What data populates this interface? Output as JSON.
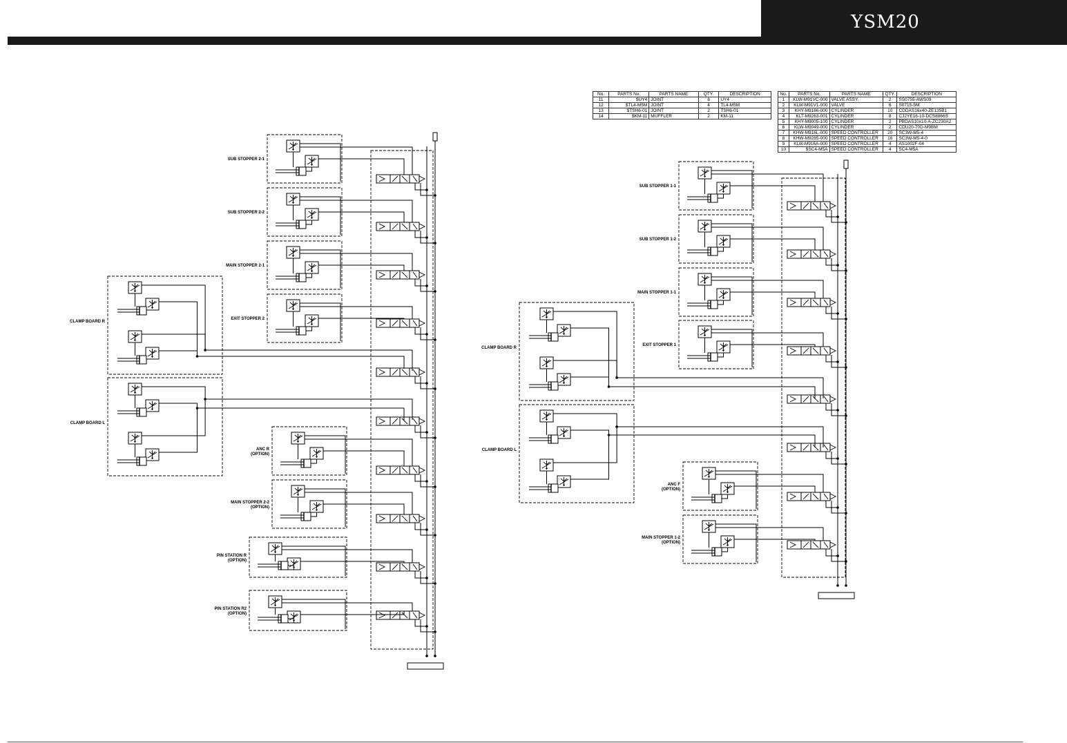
{
  "header": {
    "model": "YSM20"
  },
  "parts_table_a": {
    "columns": [
      "No.",
      "PARTS No.",
      "PARTS NAME",
      "QTY.",
      "DESCRIPTION"
    ],
    "rows": [
      [
        "11",
        "$UY4",
        "JOINT",
        "8",
        "UY4"
      ],
      [
        "12",
        "$TL4-M5M",
        "JOINT",
        "4",
        "TL4-M5M"
      ],
      [
        "13",
        "$TSH6-01",
        "JOINT",
        "2",
        "TSH6-01"
      ],
      [
        "14",
        "$KM-11",
        "MUFFLER",
        "2",
        "KM-11"
      ]
    ]
  },
  "parts_table_b": {
    "columns": [
      "No.",
      "PARTS No.",
      "PARTS NAME",
      "QTY.",
      "DESCRIPTION"
    ],
    "rows": [
      [
        "1",
        "KLW-M91VC-000",
        "VALVE ASSY.",
        "2",
        "SS0755-AWS09"
      ],
      [
        "2",
        "KLW-M91V1-000",
        "VALVE",
        "6",
        "S0715-5M"
      ],
      [
        "3",
        "KHY-M9166-000",
        "CYLINDER",
        "10",
        "CDDAS16x40-ZE135B1"
      ],
      [
        "4",
        "KLT-M9263-001",
        "CYLINDER",
        "8",
        "CJ2YE16-10-DCS8866S"
      ],
      [
        "5",
        "KHY-M9005-100",
        "CYLINDER",
        "2",
        "PBDAS10x10-A-ZC230A2"
      ],
      [
        "6",
        "KLW-M9049-000",
        "CYLINDER",
        "2",
        "CDU20-70D-M9BM"
      ],
      [
        "7",
        "KHW-M916L-000",
        "SPEED CONTROLLER",
        "20",
        "SC3W-M5-4"
      ],
      [
        "8",
        "KHW-M9285-000",
        "SPEED CONTROLLER",
        "16",
        "SC3W-M5-4-0"
      ],
      [
        "9",
        "KLW-M916A-000",
        "SPEED CONTROLLER",
        "4",
        "AS1002F-04"
      ],
      [
        "10",
        "$SC4-M5A",
        "SPEED CONTROLLER",
        "4",
        "SC4-M5A"
      ]
    ]
  },
  "left_diagram": {
    "actuator_labels": [
      [
        "SUB STOPPER 2-1"
      ],
      [
        "SUB STOPPER 2-2"
      ],
      [
        "MAIN STOPPER 2-1"
      ],
      [
        "EXIT STOPPER 2"
      ],
      [
        "ANC R",
        "(OPTION)"
      ],
      [
        "MAIN STOPPER 2-2",
        "(OPTION)"
      ],
      [
        "PIN STATION R",
        "(OPTION)"
      ],
      [
        "PIN STATION R2",
        "(OPTION)"
      ]
    ],
    "clamp_labels": [
      "CLAMP BOARD R",
      "CLAMP BOARD L"
    ]
  },
  "right_diagram": {
    "actuator_labels": [
      [
        "SUB STOPPER 1-1"
      ],
      [
        "SUB STOPPER 1-2"
      ],
      [
        "MAIN STOPPER 1-1"
      ],
      [
        "EXIT STOPPER 1"
      ],
      [
        "ANC F",
        "(OPTION)"
      ],
      [
        "MAIN STOPPER 1-2",
        "(OPTION)"
      ]
    ],
    "clamp_labels": [
      "CLAMP BOARD R",
      "CLAMP BOARD L"
    ]
  }
}
